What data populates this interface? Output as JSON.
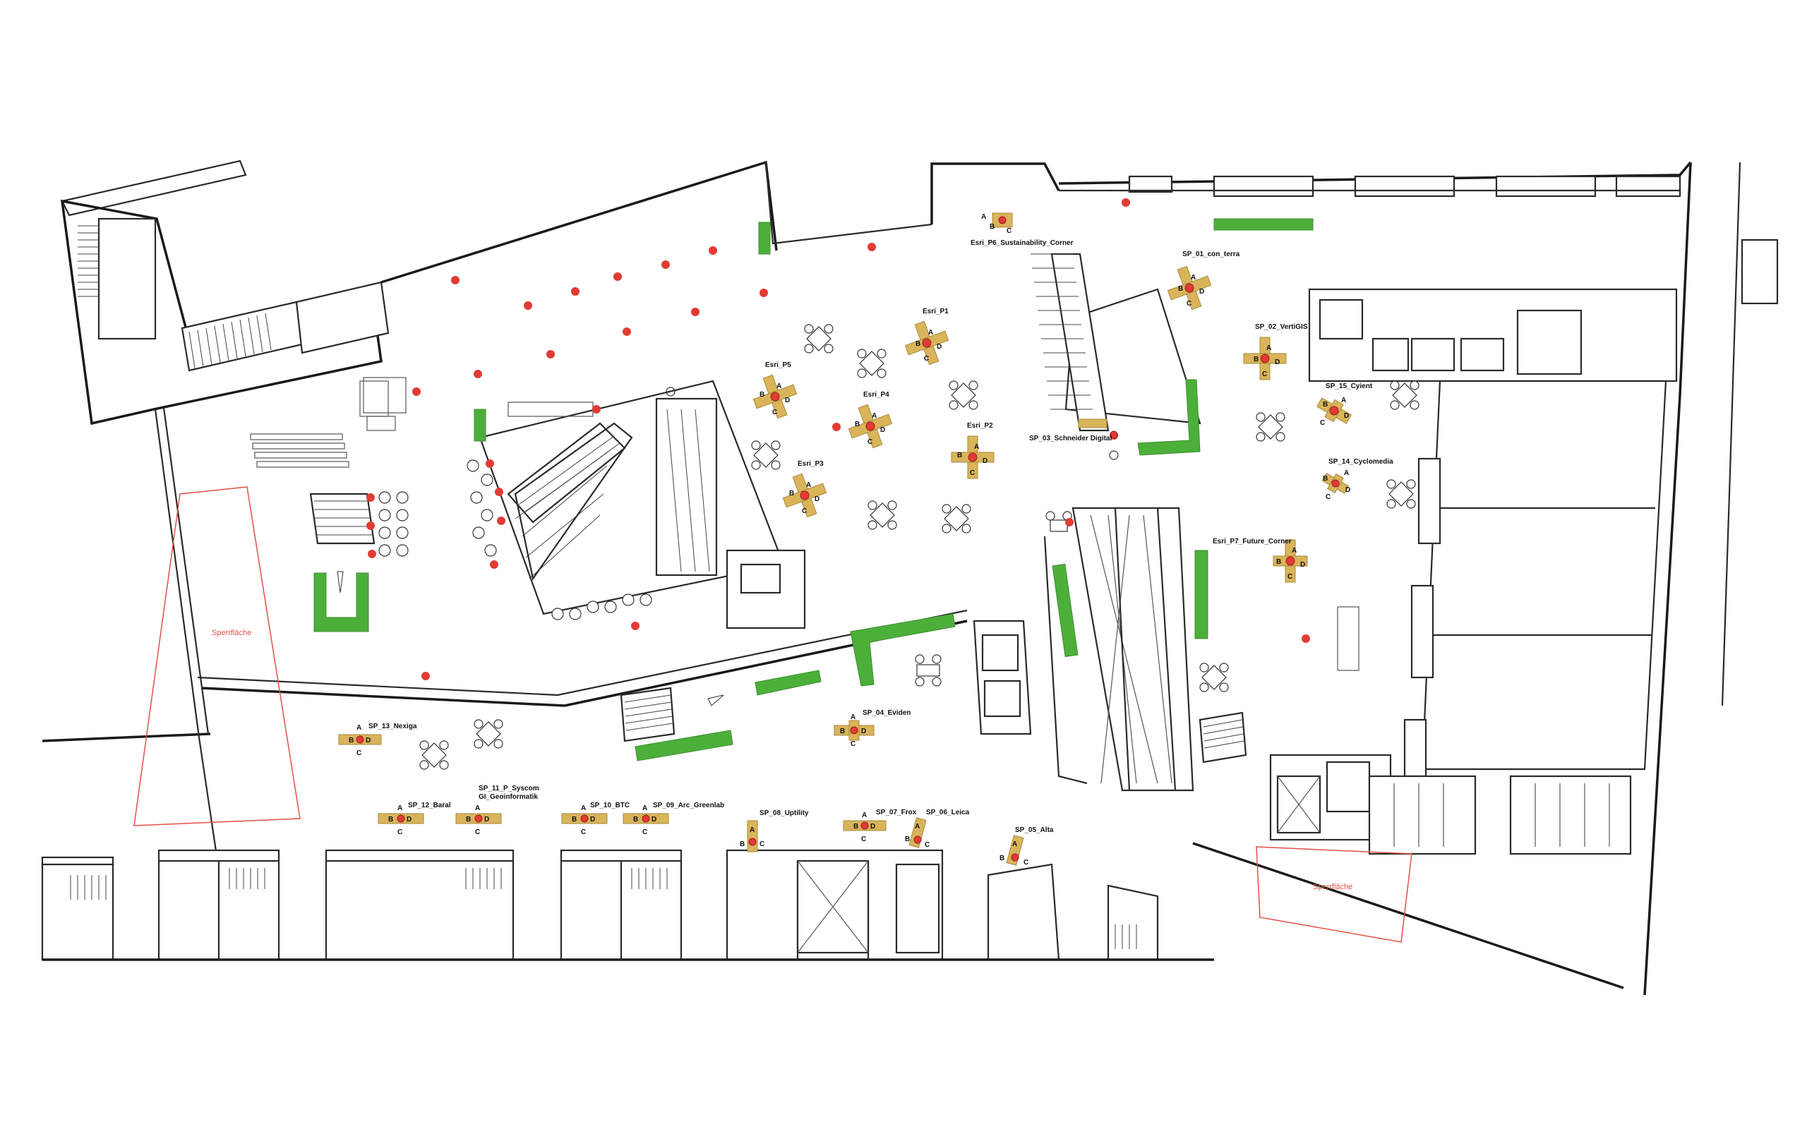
{
  "map": {
    "booths": [
      {
        "id": "esri_p6",
        "label": "Esri_P6_Sustainability_Corner",
        "letters": [
          "A",
          "B",
          "C"
        ]
      },
      {
        "id": "sp01",
        "label": "SP_01_con_terra",
        "letters": [
          "A",
          "B",
          "C",
          "D"
        ]
      },
      {
        "id": "esri_p1",
        "label": "Esri_P1",
        "letters": [
          "A",
          "B",
          "C",
          "D"
        ]
      },
      {
        "id": "sp02",
        "label": "SP_02_VertiGIS",
        "letters": [
          "A",
          "B",
          "C",
          "D"
        ]
      },
      {
        "id": "esri_p5",
        "label": "Esri_P5",
        "letters": [
          "A",
          "B",
          "C",
          "D"
        ]
      },
      {
        "id": "esri_p4",
        "label": "Esri_P4",
        "letters": [
          "A",
          "B",
          "C",
          "D"
        ]
      },
      {
        "id": "sp15",
        "label": "SP_15_Cyient",
        "letters": [
          "A",
          "B",
          "C",
          "D"
        ]
      },
      {
        "id": "esri_p2",
        "label": "Esri_P2",
        "letters": [
          "A",
          "B",
          "C",
          "D"
        ]
      },
      {
        "id": "sp03",
        "label": "SP_03_Schneider Digital",
        "letters": []
      },
      {
        "id": "sp14",
        "label": "SP_14_Cyclomedia",
        "letters": [
          "A",
          "B",
          "C",
          "D"
        ]
      },
      {
        "id": "esri_p3",
        "label": "Esri_P3",
        "letters": [
          "A",
          "B",
          "C",
          "D"
        ]
      },
      {
        "id": "esri_p7",
        "label": "Esri_P7_Future_Corner",
        "letters": [
          "A",
          "B",
          "C",
          "D"
        ]
      },
      {
        "id": "sp04",
        "label": "SP_04_Eviden",
        "letters": [
          "A",
          "B",
          "C",
          "D"
        ]
      },
      {
        "id": "sp13",
        "label": "SP_13_Nexiga",
        "letters": [
          "A",
          "B",
          "C",
          "D"
        ]
      },
      {
        "id": "sp12",
        "label": "SP_12_Baral",
        "letters": [
          "A",
          "B",
          "C",
          "D"
        ]
      },
      {
        "id": "sp11",
        "label": "SP_11_P_Syscom",
        "label2": "GI_Geoinformatik",
        "letters": [
          "A",
          "B",
          "C",
          "D"
        ]
      },
      {
        "id": "sp10",
        "label": "SP_10_BTC",
        "letters": [
          "A",
          "B",
          "C",
          "D"
        ]
      },
      {
        "id": "sp09",
        "label": "SP_09_Arc_Greenlab",
        "letters": [
          "A",
          "B",
          "C",
          "D"
        ]
      },
      {
        "id": "sp08",
        "label": "SP_08_Uptility",
        "letters": [
          "A",
          "B",
          "C"
        ]
      },
      {
        "id": "sp07",
        "label": "SP_07_Frox",
        "letters": [
          "A",
          "B",
          "C",
          "D"
        ]
      },
      {
        "id": "sp06",
        "label": "SP_06_Leica",
        "letters": [
          "A",
          "B",
          "C"
        ]
      },
      {
        "id": "sp05",
        "label": "SP_05_Alta",
        "letters": [
          "A",
          "B",
          "C"
        ]
      }
    ],
    "restricted_areas": [
      {
        "id": "left",
        "label": "Sperrfläche"
      },
      {
        "id": "right",
        "label": "Sperrfläche"
      }
    ],
    "colors": {
      "booth": "#d9b45a",
      "marker": "#e23b35",
      "green_element": "#4caf3a",
      "restricted_outline": "#e2504a",
      "walls": "#2a2a2a"
    }
  }
}
